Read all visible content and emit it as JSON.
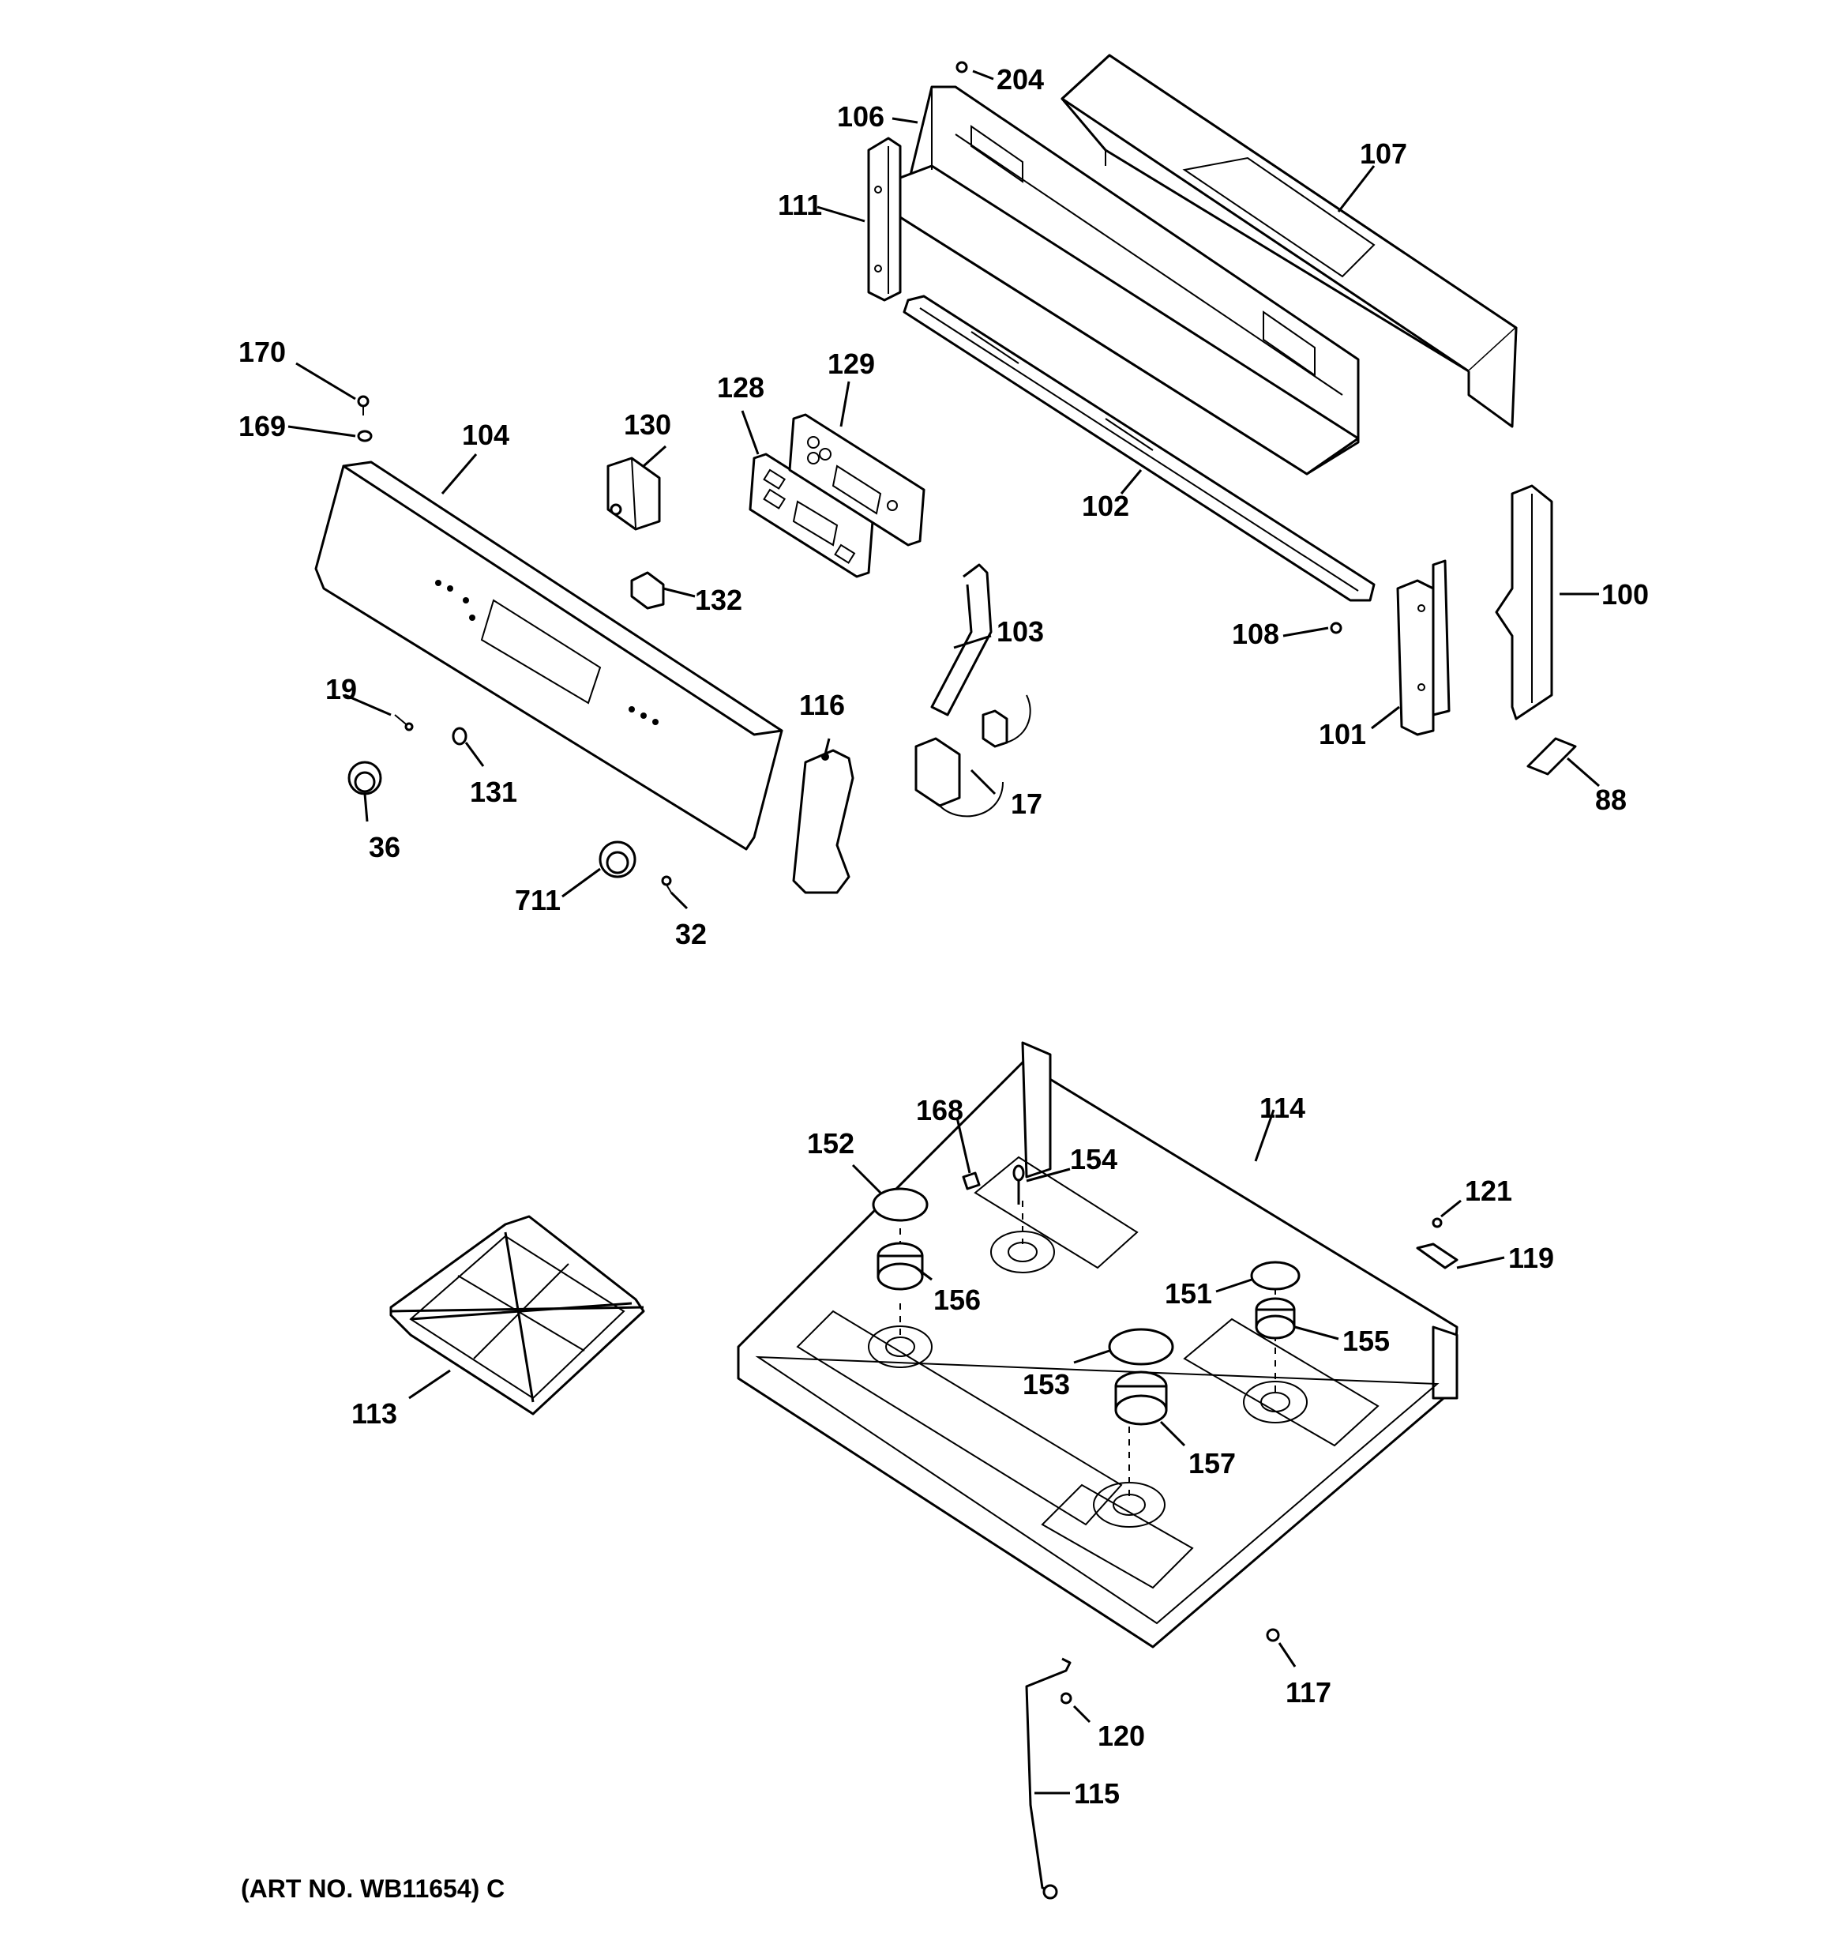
{
  "labels": {
    "204": "204",
    "106": "106",
    "107": "107",
    "111": "111",
    "170": "170",
    "169": "169",
    "104": "104",
    "130": "130",
    "128": "128",
    "129": "129",
    "102": "102",
    "132": "132",
    "103": "103",
    "108": "108",
    "100": "100",
    "19": "19",
    "131": "131",
    "116": "116",
    "101": "101",
    "17": "17",
    "88": "88",
    "36": "36",
    "711": "711",
    "32": "32",
    "114": "114",
    "168": "168",
    "152": "152",
    "154": "154",
    "121": "121",
    "119": "119",
    "156": "156",
    "151": "151",
    "155": "155",
    "153": "153",
    "113": "113",
    "157": "157",
    "117": "117",
    "120": "120",
    "115": "115"
  },
  "caption": "(ART NO. WB11654) C"
}
